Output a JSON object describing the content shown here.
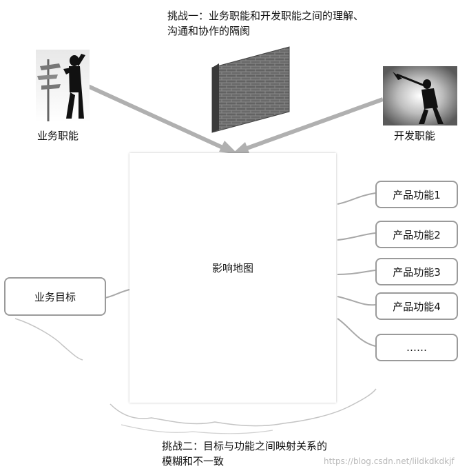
{
  "challenge_one": {
    "line1": "挑战一：业务职能和开发职能之间的理解、",
    "line2": "沟通和协作的隔阂"
  },
  "challenge_two": {
    "line1": "挑战二：目标与功能之间映射关系的",
    "line2": "模糊和不一致"
  },
  "business_function_label": "业务职能",
  "dev_function_label": "开发职能",
  "impact_map_label": "影响地图",
  "business_goal_label": "业务目标",
  "product_features": [
    "产品功能1",
    "产品功能2",
    "产品功能3",
    "产品功能4",
    "……"
  ],
  "watermark": "https://blog.csdn.net/lildkdkdkjf",
  "icons": {
    "business": "thinking-person-signpost-icon",
    "wall": "brick-wall-icon",
    "developer": "worker-with-pickaxe-icon"
  }
}
